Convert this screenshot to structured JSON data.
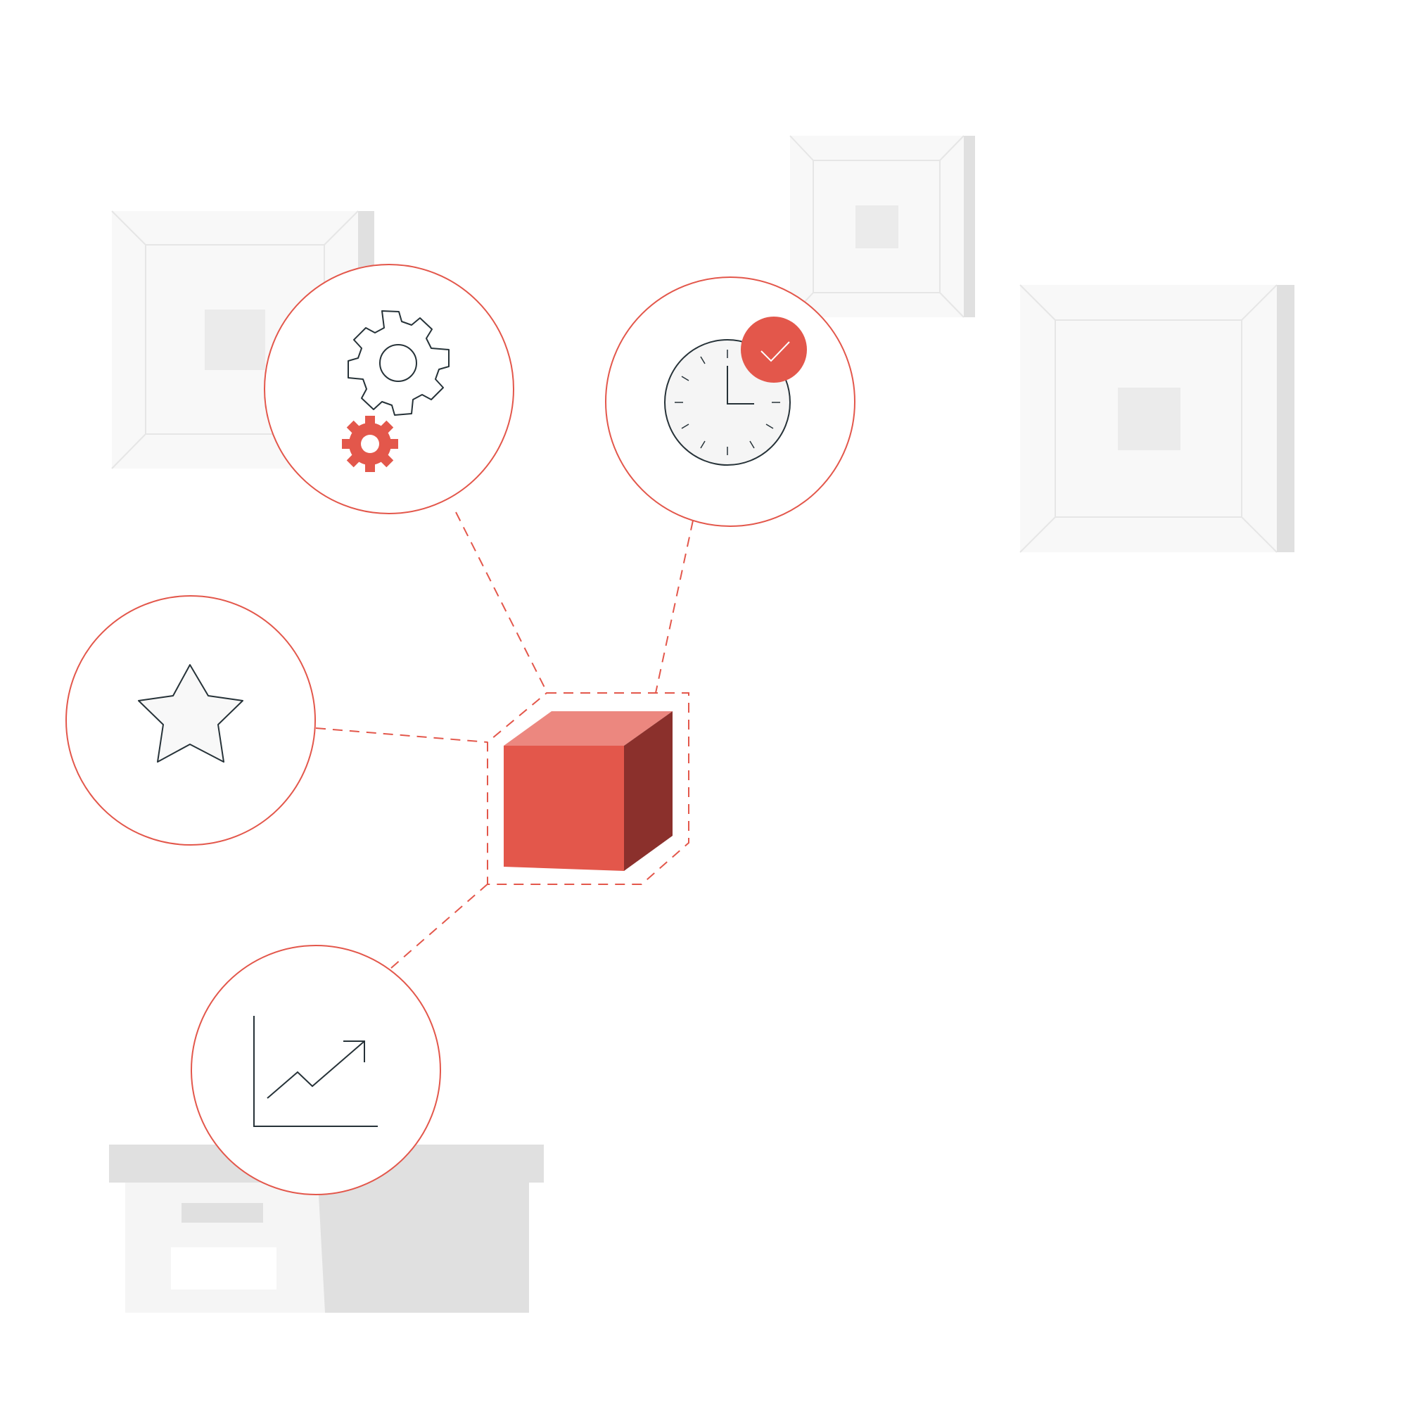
{
  "colors": {
    "accent": "#E3574B",
    "accent_light": "#EC877F",
    "accent_dark": "#8B302C",
    "outline": "#263238",
    "box_face": "#F8F8F8",
    "box_shadow": "#E0E0E0",
    "box_inner": "#EBEBEB",
    "crate_front": "#F5F5F5",
    "white": "#FFFFFF"
  },
  "hub": {
    "icon": "cube-icon"
  },
  "feature_circles": [
    {
      "id": "settings",
      "icon": "gears-icon"
    },
    {
      "id": "timing",
      "icon": "clock-check-icon"
    },
    {
      "id": "rating",
      "icon": "star-icon"
    },
    {
      "id": "growth",
      "icon": "growth-chart-icon"
    }
  ],
  "background": {
    "frames": [
      "wall-frame",
      "wall-frame",
      "wall-frame"
    ],
    "crate": "storage-box"
  }
}
